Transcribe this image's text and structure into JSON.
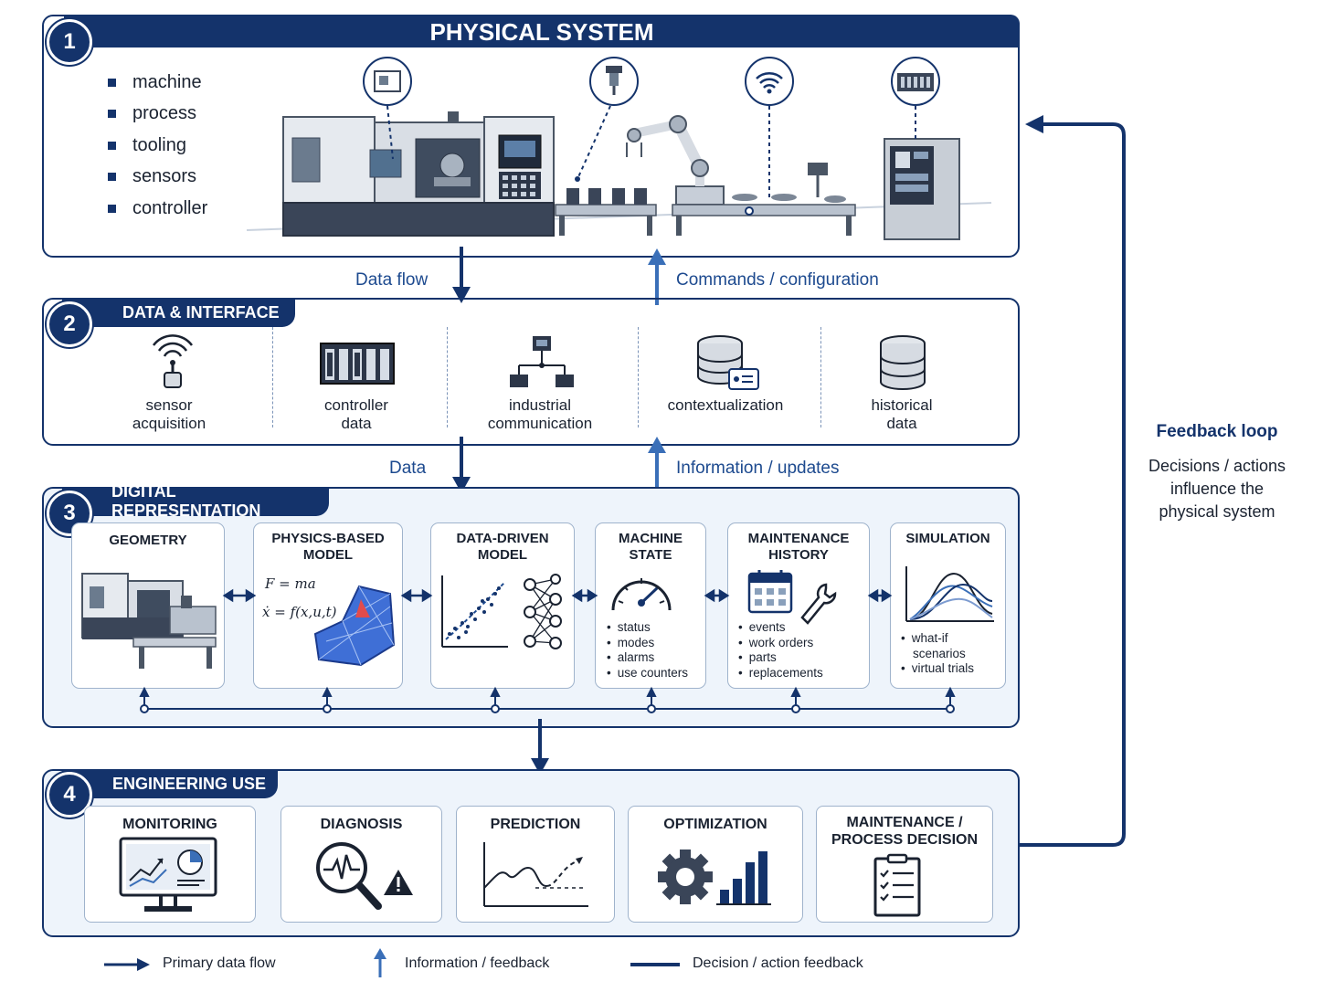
{
  "physical_system": {
    "number": "1",
    "title": "PHYSICAL SYSTEM",
    "items": [
      "machine",
      "process",
      "tooling",
      "sensors",
      "controller"
    ]
  },
  "flows": {
    "data_flow": "Data flow",
    "commands": "Commands / configuration",
    "data": "Data",
    "information": "Information / updates"
  },
  "data_interface": {
    "number": "2",
    "title": "DATA & INTERFACE",
    "items": [
      {
        "line1": "sensor",
        "line2": "acquisition",
        "icon": "wireless-sensor-icon"
      },
      {
        "line1": "controller",
        "line2": "data",
        "icon": "controller-rack-icon"
      },
      {
        "line1": "industrial",
        "line2": "communication",
        "icon": "network-icon"
      },
      {
        "line1": "contextualization",
        "line2": "",
        "icon": "database-card-icon"
      },
      {
        "line1": "historical",
        "line2": "data",
        "icon": "database-icon"
      }
    ]
  },
  "digital_representation": {
    "number": "3",
    "title": "DIGITAL REPRESENTATION",
    "cards": [
      {
        "title1": "GEOMETRY",
        "title2": ""
      },
      {
        "title1": "PHYSICS-BASED",
        "title2": "MODEL",
        "eq1": "F = ma",
        "eq2": "ẋ = f(x,u,t)"
      },
      {
        "title1": "DATA-DRIVEN",
        "title2": "MODEL"
      },
      {
        "title1": "MACHINE",
        "title2": "STATE",
        "bullets": [
          "status",
          "modes",
          "alarms",
          "use counters"
        ]
      },
      {
        "title1": "MAINTENANCE",
        "title2": "HISTORY",
        "bullets": [
          "events",
          "work orders",
          "parts",
          "replacements"
        ]
      },
      {
        "title1": "SIMULATION",
        "title2": "",
        "bullets": [
          "what-if",
          "scenarios",
          "virtual trials"
        ]
      }
    ]
  },
  "engineering_use": {
    "number": "4",
    "title": "ENGINEERING USE",
    "cards": [
      {
        "title1": "MONITORING",
        "title2": ""
      },
      {
        "title1": "DIAGNOSIS",
        "title2": ""
      },
      {
        "title1": "PREDICTION",
        "title2": ""
      },
      {
        "title1": "OPTIMIZATION",
        "title2": ""
      },
      {
        "title1": "MAINTENANCE /",
        "title2": "PROCESS DECISION"
      }
    ]
  },
  "feedback": {
    "title": "Feedback loop",
    "line1": "Decisions / actions",
    "line2": "influence the",
    "line3": "physical system"
  },
  "legend": {
    "primary": "Primary data flow",
    "info": "Information / feedback",
    "decision": "Decision / action feedback"
  },
  "colors": {
    "navy": "#14336b",
    "blue": "#1d4a8f",
    "light": "#eef4fb"
  }
}
